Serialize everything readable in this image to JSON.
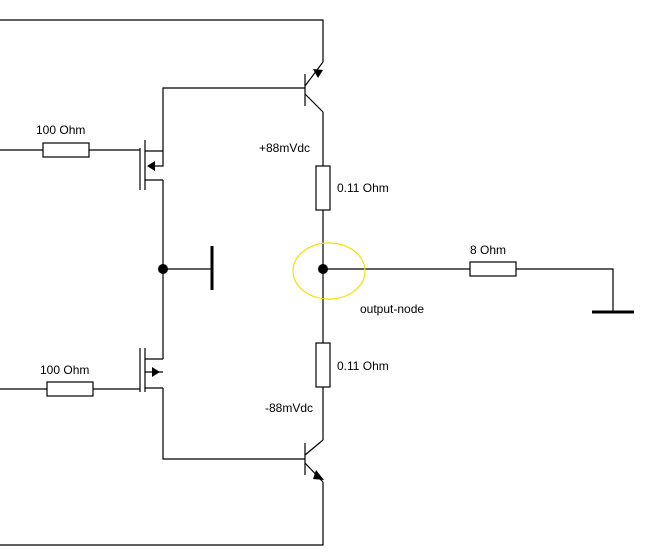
{
  "labels": {
    "r_gate_top": "100 Ohm",
    "r_gate_bottom": "100 Ohm",
    "r_emitter_top": "0.11 Ohm",
    "r_emitter_bottom": "0.11 Ohm",
    "r_load": "8 Ohm",
    "v_top": "+88mVdc",
    "v_bottom": "-88mVdc",
    "output_node": "output-node"
  },
  "colors": {
    "v_top": "#e00000",
    "v_bottom": "#3a4fc8",
    "output_node": "#f2e200",
    "wire": "#000000"
  }
}
